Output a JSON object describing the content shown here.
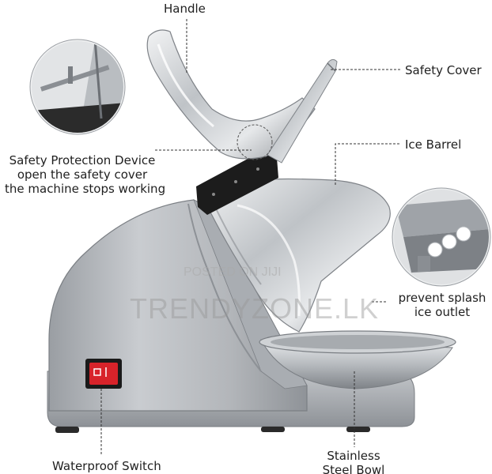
{
  "labels": {
    "handle": "Handle",
    "safety_cover": "Safety Cover",
    "safety_device_line1": "Safety Protection Device",
    "safety_device_line2": "open the safety cover",
    "safety_device_line3": "the machine stops working",
    "ice_barrel": "Ice Barrel",
    "splash_line1": "prevent splash",
    "splash_line2": "ice outlet",
    "waterproof_switch": "Waterproof Switch",
    "bowl_line1": "Stainless",
    "bowl_line2": "Steel Bowl"
  },
  "watermarks": {
    "posted": "POSTED ON JIJI",
    "brand": "TRENDYZONE.LK"
  },
  "colors": {
    "body": "#b8bbbf",
    "steel": "#d5d8db",
    "switch": "#d8232a",
    "text": "#1f1f1f",
    "leader": "#333333"
  }
}
